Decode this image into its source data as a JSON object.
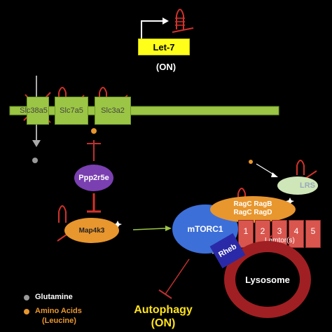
{
  "let7": {
    "gene": "Let-7",
    "state": "(ON)"
  },
  "transporters": [
    {
      "label": "Slc38a5"
    },
    {
      "label": "Slc7a5"
    },
    {
      "label": "Slc3a2"
    }
  ],
  "nodes": {
    "ppp2r5e": "Ppp2r5e",
    "map4k3": "Map4k3",
    "mtorc1": "mTORC1",
    "rag_line1": "RagC  RagB",
    "rag_line2": "RagC  RagD",
    "lrs": "LRS",
    "lamtor_numbers": [
      "1",
      "2",
      "3",
      "4",
      "5"
    ],
    "lamtor_label": "Lamtor(s)",
    "rheb": "Rheb",
    "lysosome": "Lysosome"
  },
  "outcome": {
    "line1": "Autophagy",
    "line2": "(ON)"
  },
  "legend": [
    {
      "label": "Glutamine",
      "color": "#9a9a9a",
      "text_color": "#ffffff"
    },
    {
      "label": "Amino Acids",
      "label2": "(Leucine)",
      "color": "#e8962e",
      "text_color": "#e8962e"
    }
  ],
  "colors": {
    "membrane": "#9bc544",
    "mirna_red": "#d3322a",
    "inhibit_red": "#c03030",
    "yellow": "#ffe21a"
  }
}
